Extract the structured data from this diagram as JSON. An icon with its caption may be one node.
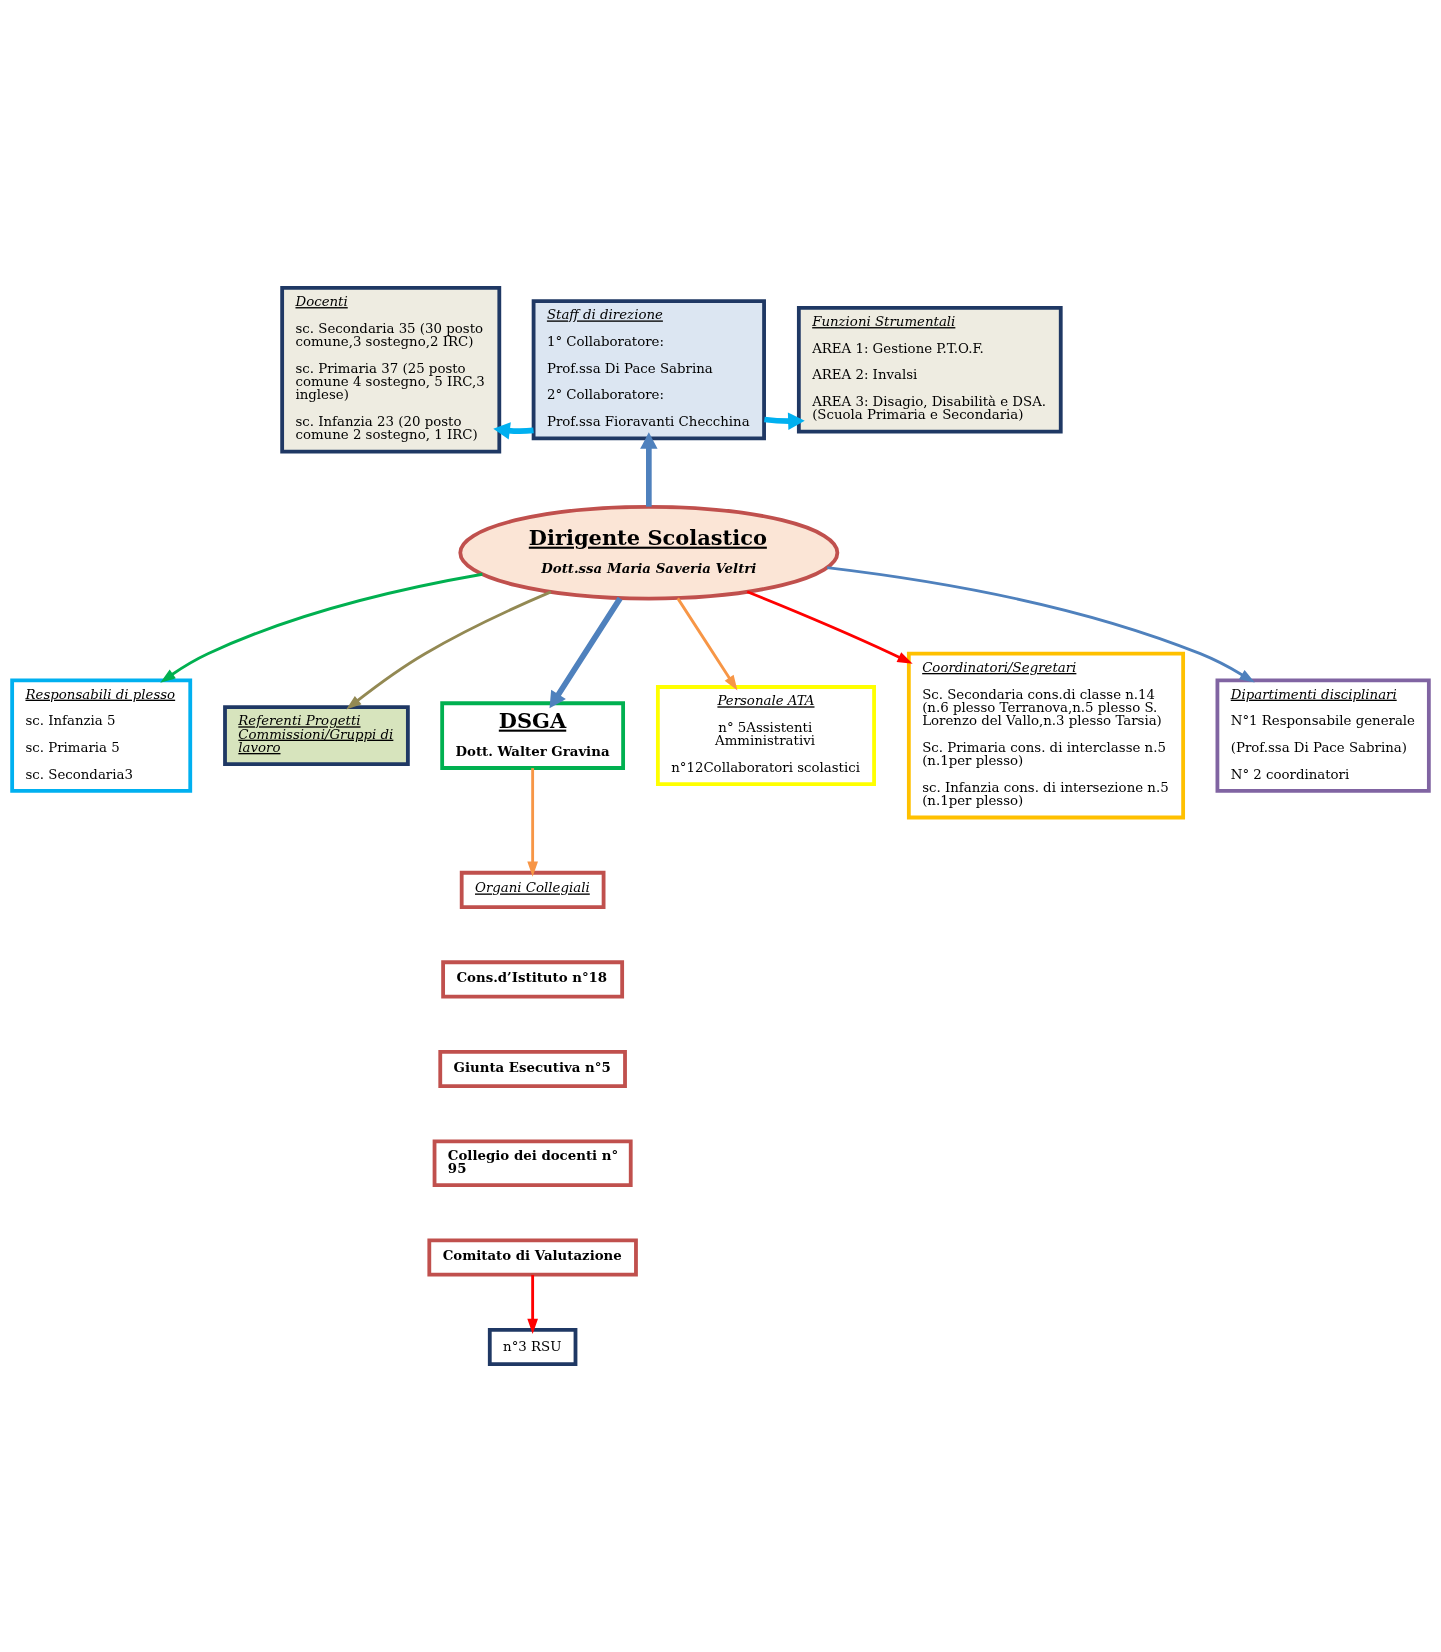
{
  "diagram": {
    "nodes": [
      {
        "text": [
          "Docenti",
          "sc. Secondaria 35 (30 posto comune,3 sostegno,2 IRC)",
          "sc. Primaria 37 (25 posto comune 4 sostegno, 5 IRC,3 inglese)",
          "sc. Infanzia 23 (20 posto comune 2 sostegno, 1 IRC)"
        ]
      },
      {
        "text": [
          "Staff di direzione",
          "1° Collaboratore:",
          "Prof.ssa Di Pace Sabrina",
          "2° Collaboratore:",
          "Prof.ssa Fioravanti Checchina"
        ]
      },
      {
        "text": [
          "Funzioni Strumentali",
          "AREA 1: Gestione P.T.O.F.",
          "AREA 2: Invalsi",
          "AREA 3: Disagio, Disabilità e DSA. (Scuola Primaria e Secondaria)"
        ]
      },
      {
        "text": [
          "Dirigente Scolastico",
          "Dott.ssa Maria Saveria Veltri"
        ]
      },
      {
        "text": [
          "Responsabili di plesso",
          "sc. Infanzia 5",
          "sc. Primaria 5",
          "sc. Secondaria3"
        ]
      },
      {
        "text": [
          "Referenti Progetti Commissioni/Gruppi di lavoro"
        ]
      },
      {
        "text": [
          "DSGA",
          "Dott. Walter Gravina"
        ]
      },
      {
        "text": [
          "Personale ATA",
          "n° 5Assistenti Amministrativi",
          "n°12Collaboratori scolastici"
        ]
      },
      {
        "text": [
          "Coordinatori/Segretari",
          "Sc. Secondaria cons.di classe n.14 (n.6 plesso Terranova,n.5 plesso S. Lorenzo del Vallo,n.3 plesso Tarsia)",
          "Sc. Primaria cons. di interclasse n.5 (n.1per plesso)",
          "sc. Infanzia cons. di intersezione n.5 (n.1per plesso)"
        ]
      },
      {
        "text": [
          "Dipartimenti disciplinari",
          "N°1 Responsabile generale",
          "(Prof.ssa Di Pace Sabrina)",
          "N° 2 coordinatori"
        ]
      },
      {
        "text": [
          "Organi Collegiali"
        ]
      },
      {
        "text": [
          "Cons.d’Istituto n°18"
        ]
      },
      {
        "text": [
          "Giunta Esecutiva n°5"
        ]
      },
      {
        "text": [
          "Collegio dei docenti n° 95"
        ]
      },
      {
        "text": [
          "Comitato di Valutazione"
        ]
      },
      {
        "text": [
          "n°3 RSU"
        ]
      }
    ],
    "edges": [
      {
        "from": 1,
        "to": 0,
        "arrow": "to",
        "style": "thick",
        "color": "#00b0f0"
      },
      {
        "from": 1,
        "to": 2,
        "arrow": "to",
        "style": "thick",
        "color": "#00b0f0"
      },
      {
        "from": 3,
        "to": 1,
        "arrow": "to",
        "style": "thick",
        "color": "#4f81bd"
      },
      {
        "from": 3,
        "to": 4,
        "arrow": "to",
        "color": "#00b050"
      },
      {
        "from": 3,
        "to": 5,
        "arrow": "to",
        "color": "#938953"
      },
      {
        "from": 3,
        "to": 7,
        "arrow": "to",
        "color": "#f79646"
      },
      {
        "from": 3,
        "to": 9,
        "arrow": "to",
        "color": "#4f81bd"
      },
      {
        "from": 3,
        "to": 6,
        "arrow": "to",
        "style": "thick",
        "color": "#4f81bd"
      },
      {
        "from": 3,
        "to": 8,
        "arrow": "to",
        "color": "#ff0000"
      },
      {
        "from": 6,
        "to": 10,
        "arrow": "to",
        "color": "#f79646"
      },
      {
        "from": 14,
        "to": 15,
        "arrow": "to",
        "color": "#ff0000"
      }
    ]
  }
}
